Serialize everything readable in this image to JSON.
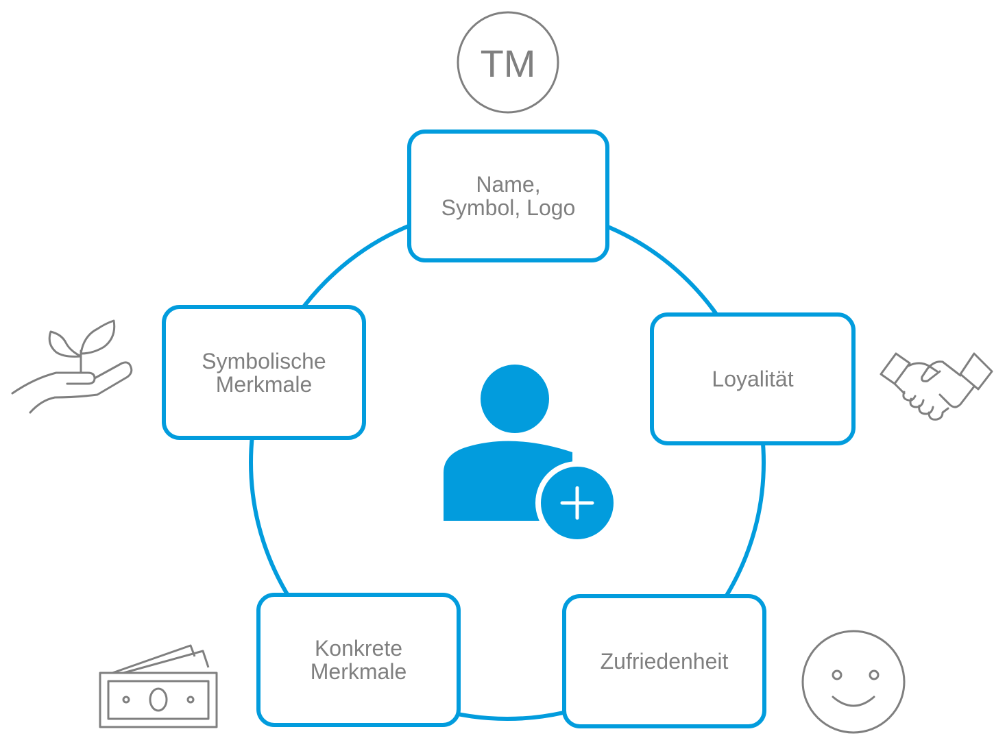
{
  "colors": {
    "accent": "#029cdd",
    "icon_stroke": "#7f7f7f",
    "text": "#7f7f7f"
  },
  "center": {
    "icon": "user-plus-icon"
  },
  "nodes": {
    "top": {
      "line1": "Name,",
      "line2": "Symbol, Logo",
      "icon": "trademark-icon",
      "icon_text": "TM"
    },
    "left": {
      "line1": "Symbolische",
      "line2": "Merkmale",
      "icon": "hand-plant-icon"
    },
    "right": {
      "line1": "Loyalität",
      "icon": "handshake-icon"
    },
    "bottom_left": {
      "line1": "Konkrete",
      "line2": "Merkmale",
      "icon": "money-icon"
    },
    "bottom_right": {
      "line1": "Zufriedenheit",
      "icon": "smiley-icon"
    }
  }
}
